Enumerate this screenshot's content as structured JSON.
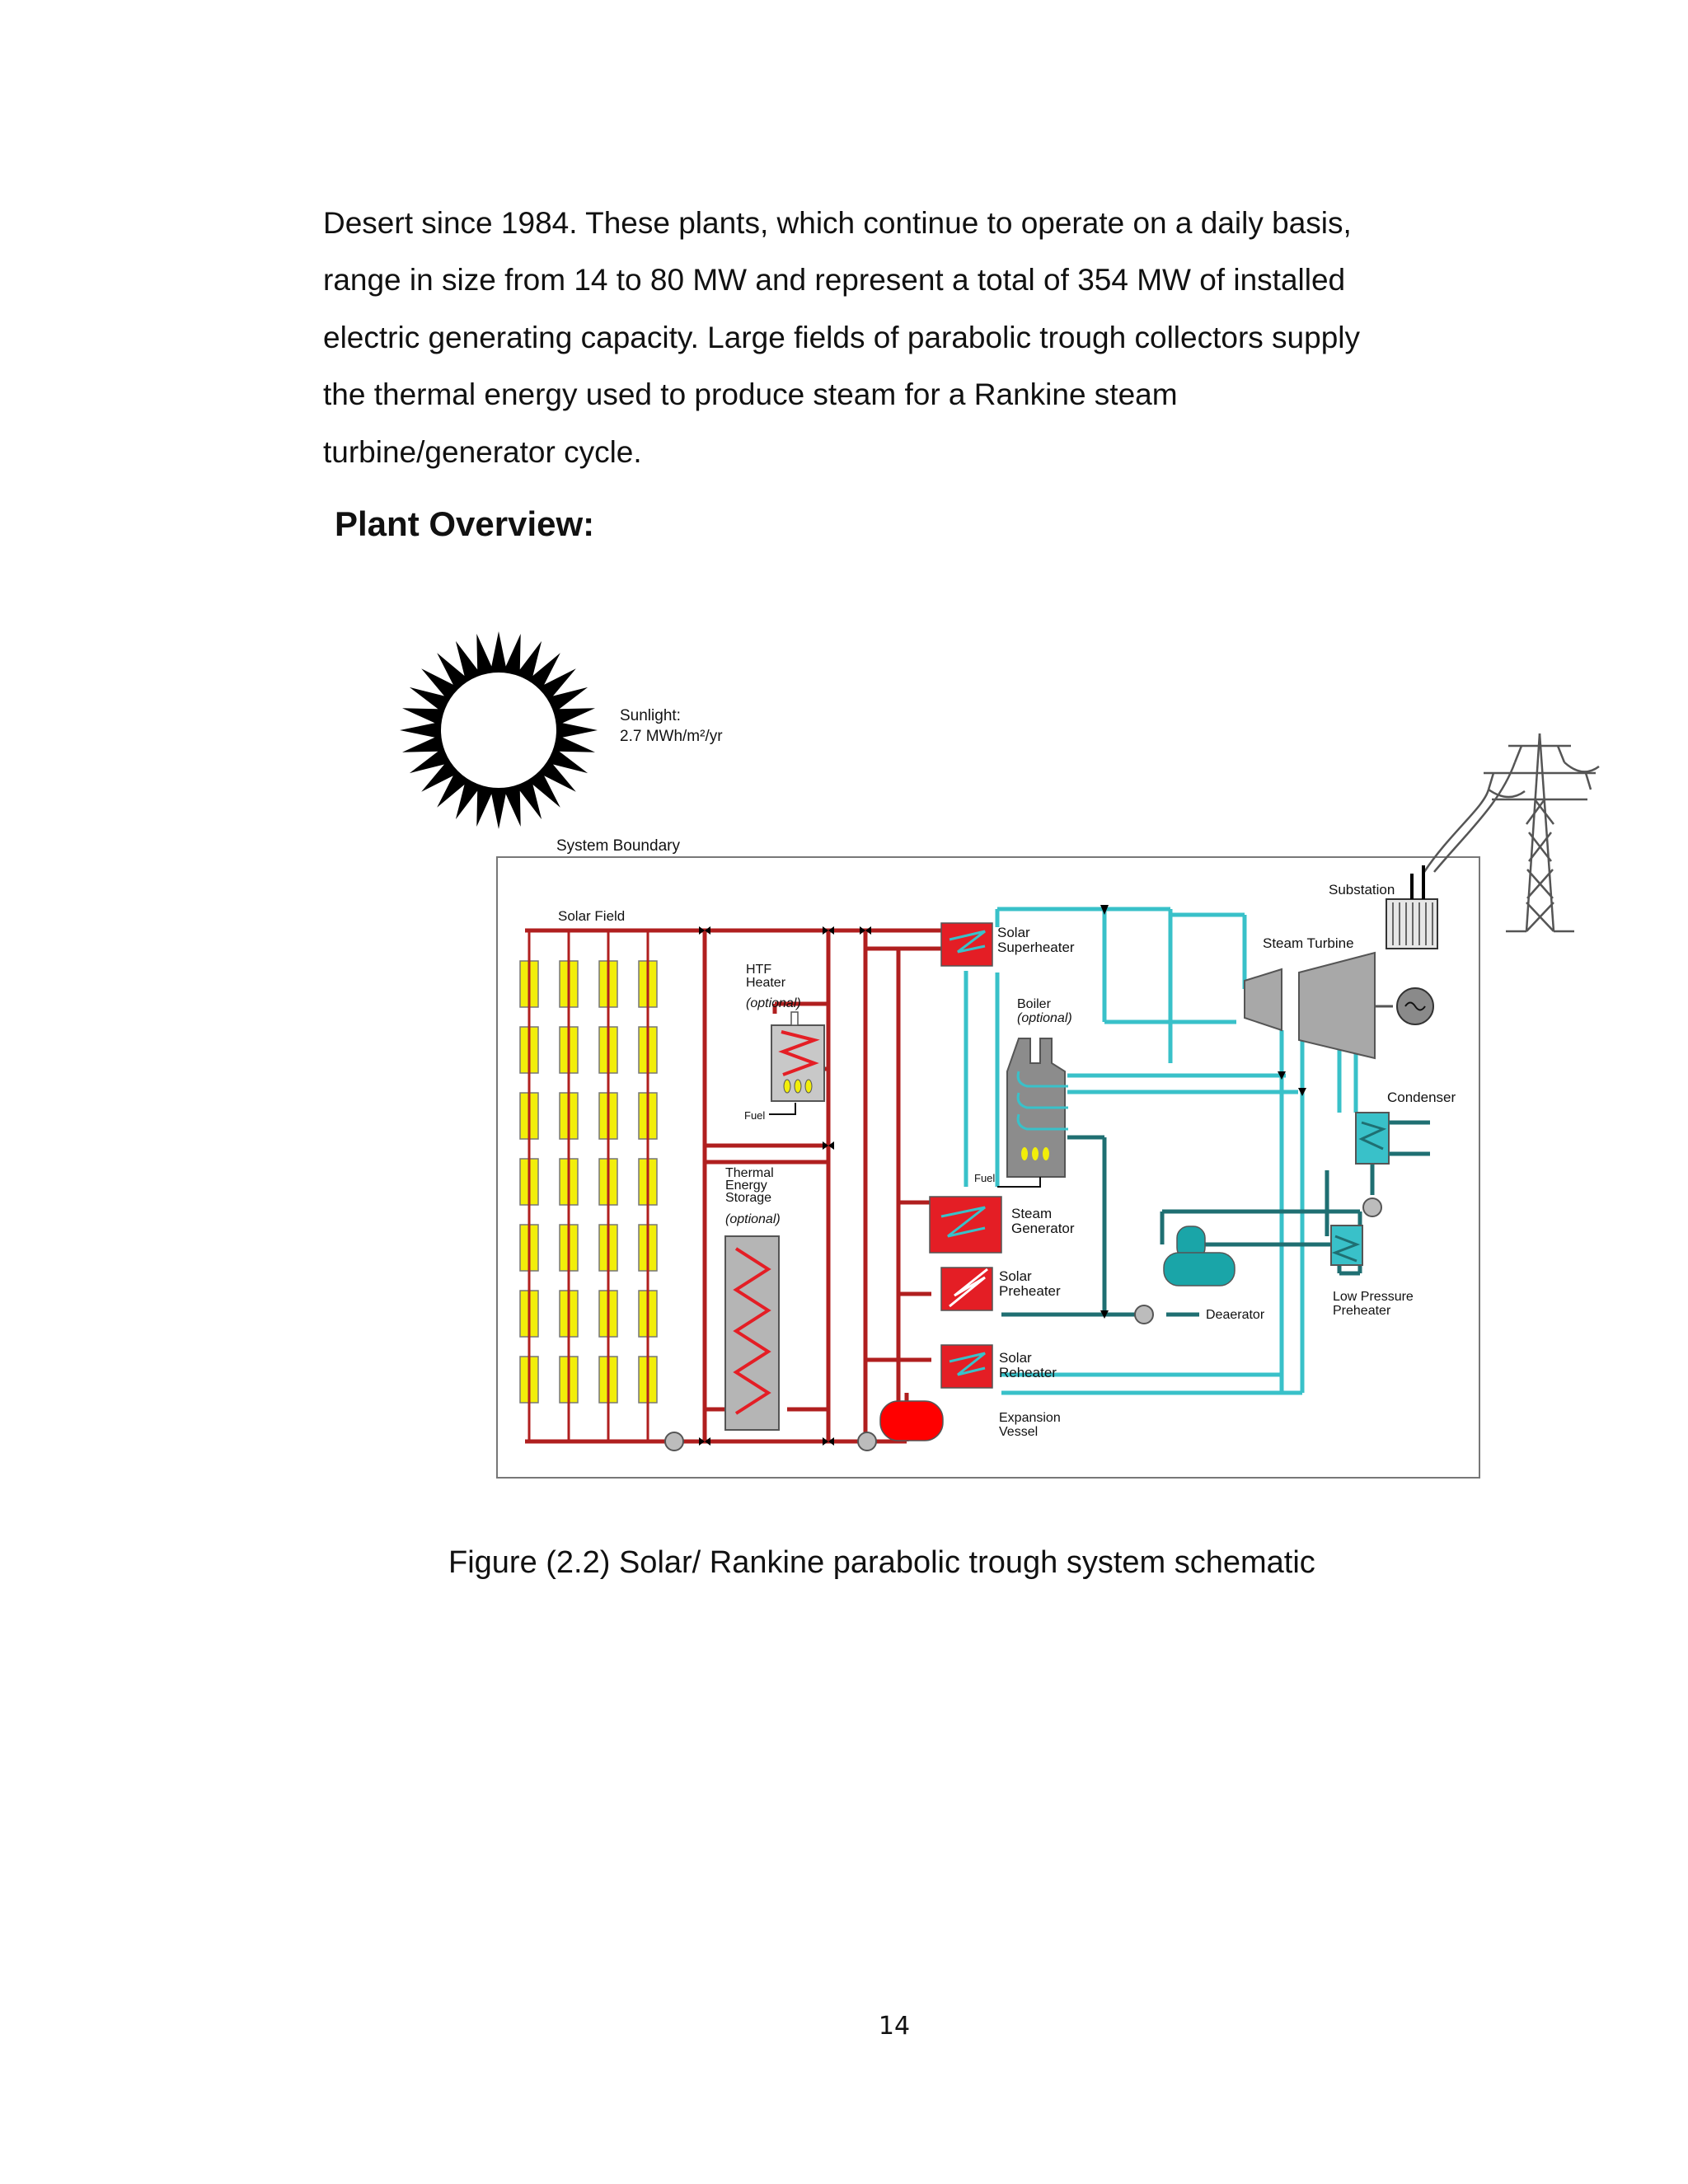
{
  "body": {
    "lines": [
      "Desert since 1984. These plants, which continue to operate on a daily basis,",
      "range in size from 14 to 80 MW and represent a total of 354 MW of installed",
      "electric generating capacity. Large fields of parabolic trough collectors supply",
      "the thermal energy used to produce steam for a Rankine steam",
      "turbine/generator cycle."
    ]
  },
  "heading": "Plant Overview:",
  "figure": {
    "sunlight_label": "Sunlight:",
    "sunlight_value": "2.7 MWh/m²/yr",
    "system_boundary": "System Boundary",
    "substation": "Substation",
    "solar_field": "Solar Field",
    "htf_heater": [
      "HTF",
      "Heater",
      "(optional)"
    ],
    "fuel_1": "Fuel",
    "fuel_2": "Fuel",
    "thermal_storage": [
      "Thermal",
      "Energy",
      "Storage",
      "(optional)"
    ],
    "solar_superheater": [
      "Solar",
      "Superheater"
    ],
    "boiler": [
      "Boiler",
      "(optional)"
    ],
    "steam_turbine": "Steam Turbine",
    "condenser": "Condenser",
    "steam_generator": [
      "Steam",
      "Generator"
    ],
    "solar_preheater": [
      "Solar",
      "Preheater"
    ],
    "solar_reheater": [
      "Solar",
      "Reheater"
    ],
    "expansion_vessel": [
      "Expansion",
      "Vessel"
    ],
    "deaerator": "Deaerator",
    "lp_preheater": [
      "Low Pressure",
      "Preheater"
    ],
    "colors": {
      "htf_loop": "#b01f1f",
      "hot_component": "#e41e25",
      "steam_loop": "#39c1c9",
      "water_loop": "#1f6f72",
      "collector": "#f2ee0a",
      "vessel_gray": "#9a9a9a"
    }
  },
  "caption": "Figure (2.2) Solar/ Rankine parabolic trough system schematic",
  "page_number": "14"
}
